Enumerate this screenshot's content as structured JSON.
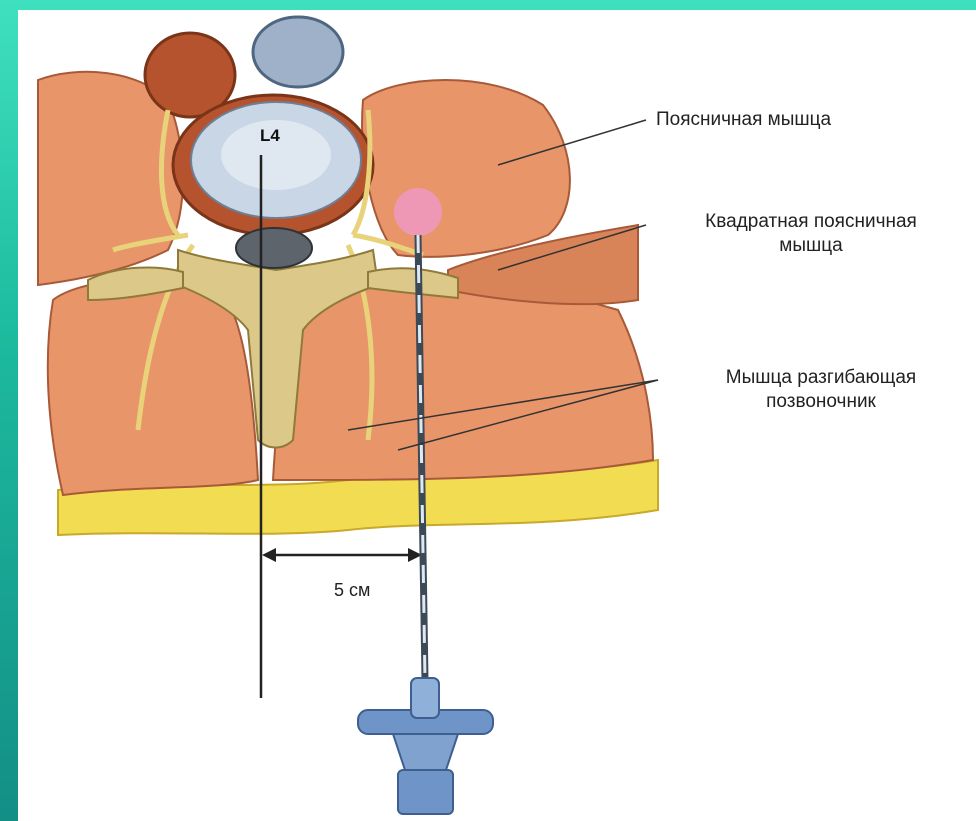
{
  "vertebra_label": "L4",
  "distance_label": "5 см",
  "labels": {
    "psoas": "Поясничная мышца",
    "quadratus_line1": "Квадратная поясничная",
    "quadratus_line2": "мышца",
    "erector_line1": "Мышца разгибающая",
    "erector_line2": "позвоночник"
  },
  "colors": {
    "frame": "#1fb59a",
    "muscle": "#e8956a",
    "muscle_dark": "#b8603c",
    "fat": "#f2dc52",
    "bone": "#dcc98a",
    "disc": "#c9d6e6",
    "nerve": "#e8d27a",
    "needle_hub": "#6f95c8",
    "injection": "#f09ad0"
  }
}
